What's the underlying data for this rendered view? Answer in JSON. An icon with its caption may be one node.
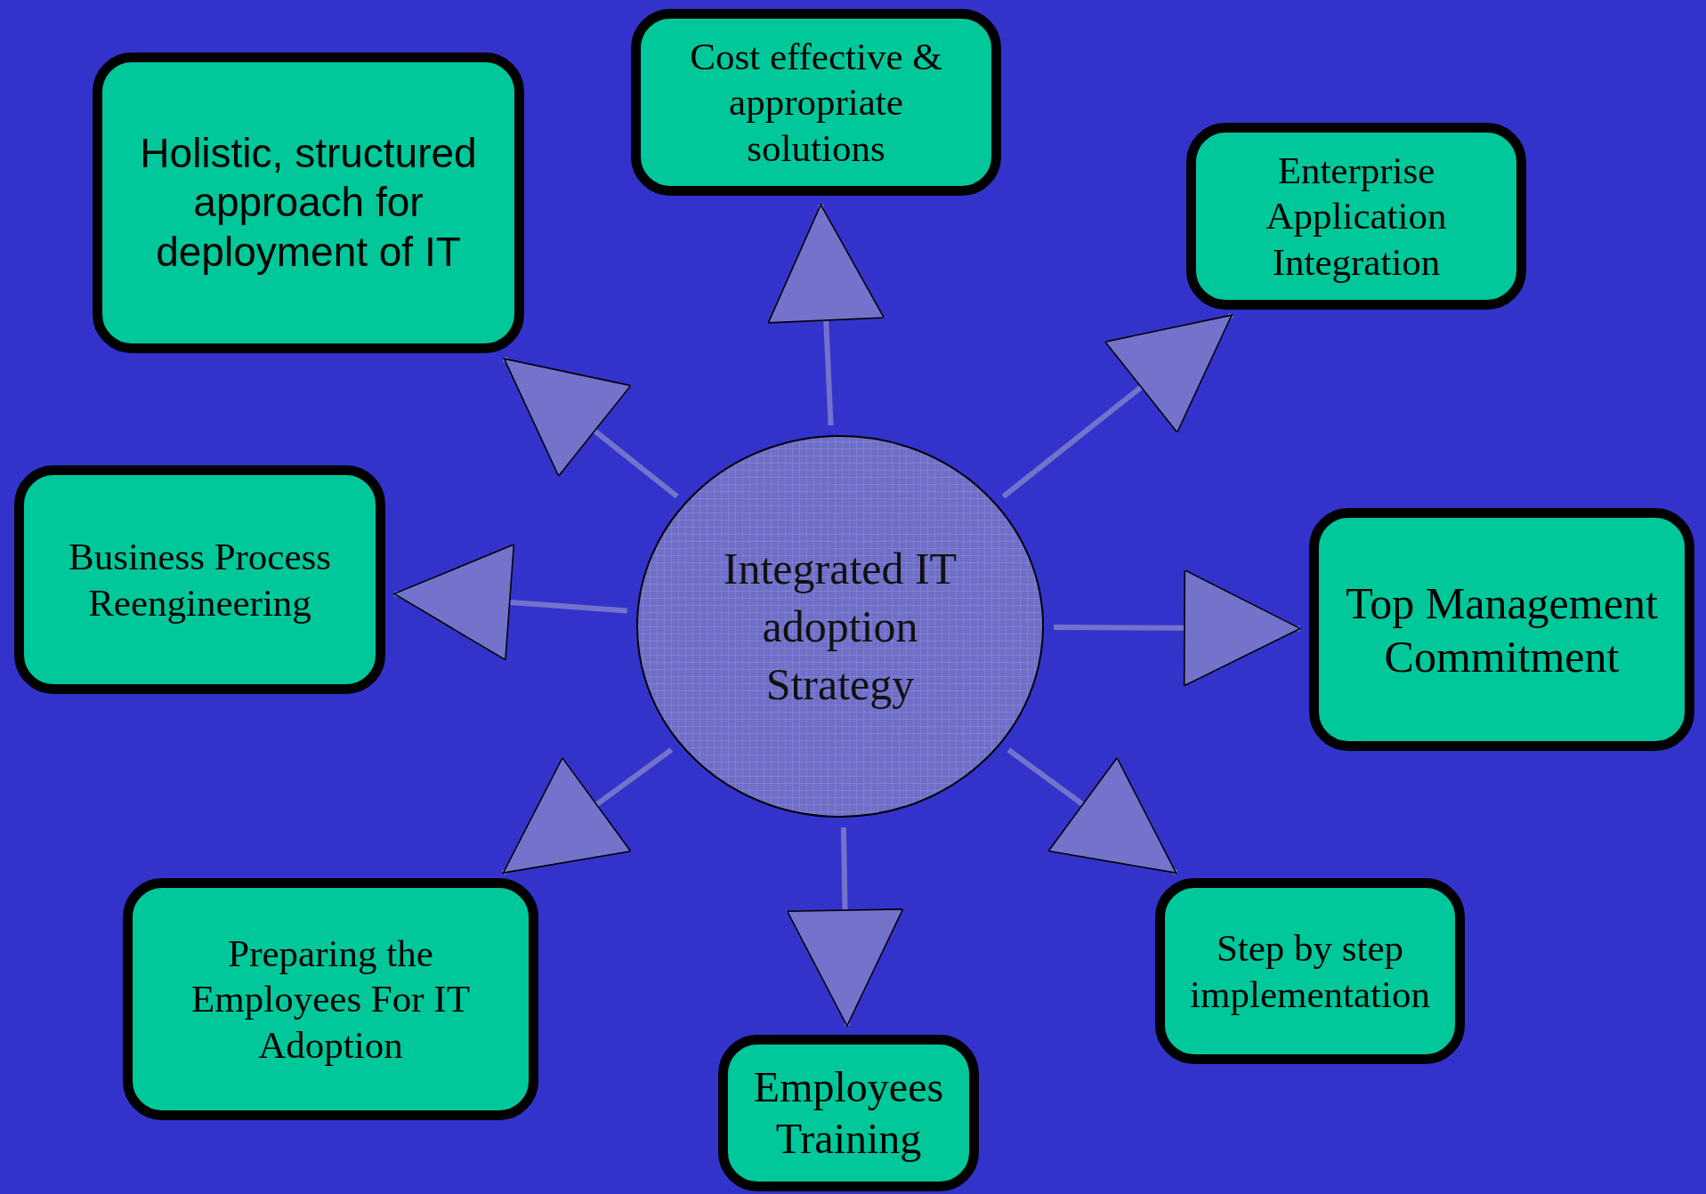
{
  "diagram": {
    "nodes": [
      {
        "text": [
          "Cost effective & appropriate solutions"
        ]
      },
      {
        "text": [
          "Holistic, structured approach for deployment of IT"
        ]
      },
      {
        "text": [
          "Enterprise Application Integration"
        ]
      },
      {
        "text": [
          "Business Process Reengineering"
        ]
      },
      {
        "text": [
          "Integrated IT adoption Strategy"
        ]
      },
      {
        "text": [
          "Top Management Commitment"
        ]
      },
      {
        "text": [
          "Preparing the Employees For IT Adoption"
        ]
      },
      {
        "text": [
          "Step by step implementation"
        ]
      },
      {
        "text": [
          "Employees Training"
        ]
      }
    ],
    "edges": [
      {
        "from": 4,
        "to": 0,
        "arrow": "to"
      },
      {
        "from": 4,
        "to": 1,
        "arrow": "to"
      },
      {
        "from": 4,
        "to": 2,
        "arrow": "to"
      },
      {
        "from": 4,
        "to": 3,
        "arrow": "to"
      },
      {
        "from": 4,
        "to": 5,
        "arrow": "to"
      },
      {
        "from": 4,
        "to": 6,
        "arrow": "to"
      },
      {
        "from": 4,
        "to": 7,
        "arrow": "to"
      },
      {
        "from": 4,
        "to": 8,
        "arrow": "to"
      }
    ]
  }
}
